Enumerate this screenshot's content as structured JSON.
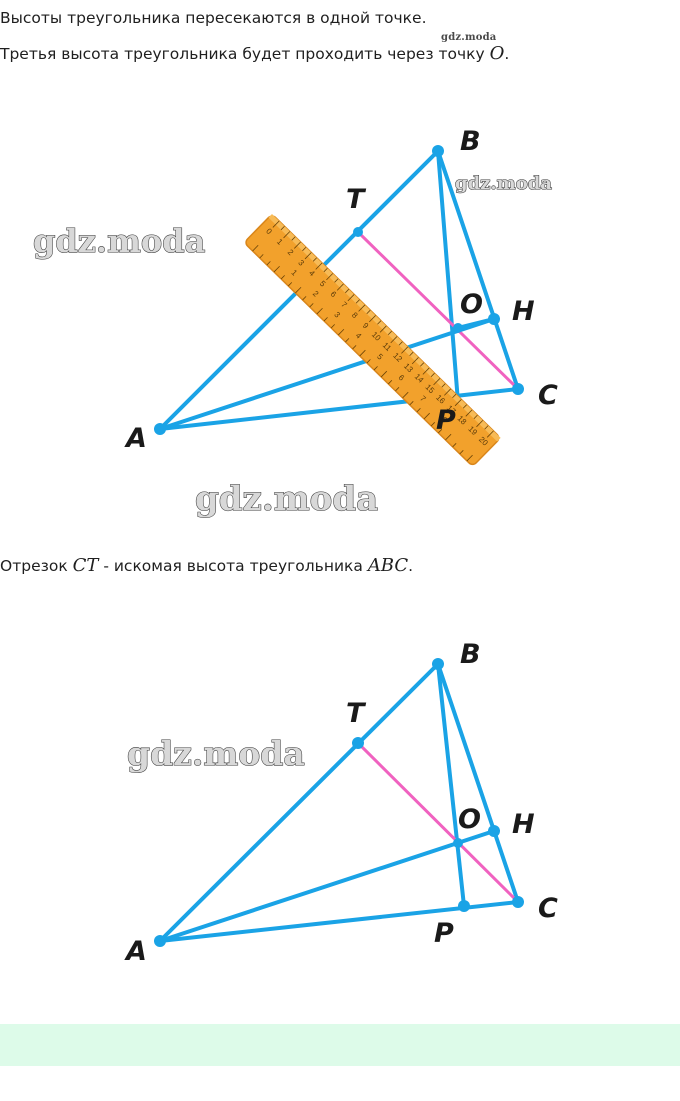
{
  "text": {
    "line1": "Высоты треугольника пересекаются в одной точке.",
    "line2_before": "Третья высота треугольника будет проходить через точку ",
    "line2_math": "O",
    "line2_after": ".",
    "line3_before": "Отрезок ",
    "line3_math1": "CT",
    "line3_middle": " - искомая высота треугольника ",
    "line3_math2": "ABC",
    "line3_after": "."
  },
  "watermark": "gdz.moda",
  "points": {
    "A": "A",
    "B": "B",
    "C": "C",
    "T": "T",
    "O": "O",
    "H": "H",
    "P": "P"
  },
  "ruler_numbers": [
    "0",
    "1",
    "2",
    "3",
    "4",
    "5",
    "6",
    "7",
    "8",
    "9",
    "10",
    "11",
    "12",
    "13",
    "14",
    "15",
    "16",
    "17",
    "18",
    "19",
    "20"
  ],
  "ruler_numbers_lower": [
    "1",
    "2",
    "3",
    "4",
    "5",
    "6",
    "7",
    "8"
  ],
  "colors": {
    "segment": "#1aa3e6",
    "altitude": "#f062c0",
    "ruler": "#f2a12c",
    "ruler_edge": "#d9861b",
    "banner": "#ddfbe9"
  }
}
